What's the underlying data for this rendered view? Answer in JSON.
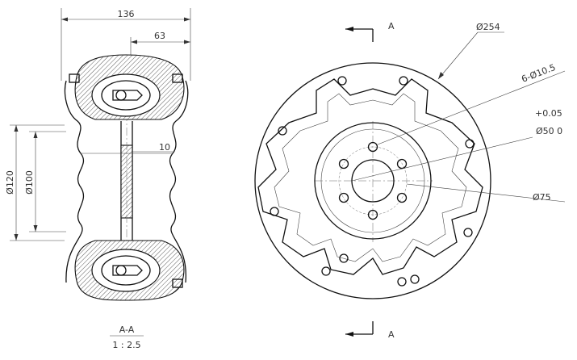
{
  "section_view": {
    "dim_overall_width": "136",
    "dim_half_width": "63",
    "dim_hub_thickness": "10",
    "dim_dia_outer": "Ø120",
    "dim_dia_inner": "Ø100",
    "caption_title": "A-A",
    "caption_scale": "1 : 2.5"
  },
  "front_view": {
    "section_mark_top": "A",
    "section_mark_bottom": "A",
    "dim_outer_dia": "Ø254",
    "dim_bolt_holes": "6-Ø10.5",
    "dim_bore_tol": "+0.05",
    "dim_bore": "Ø50  0",
    "dim_pcd": "Ø75"
  }
}
